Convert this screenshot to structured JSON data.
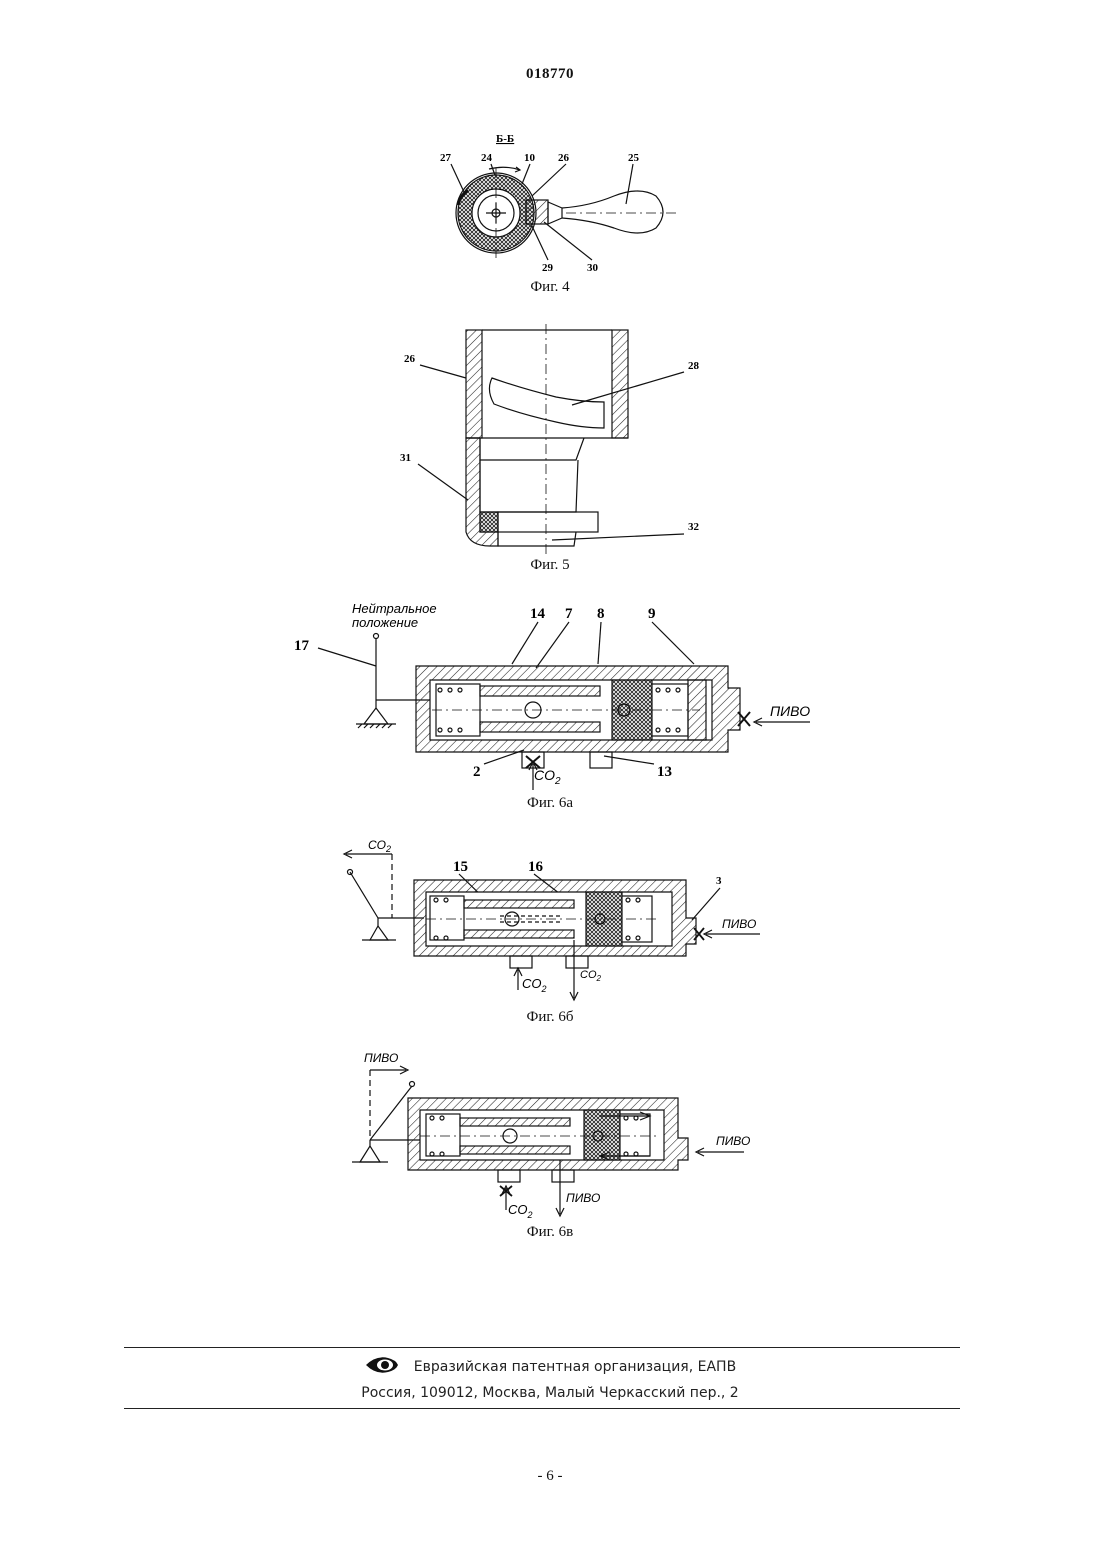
{
  "header": {
    "doc_number": "018770"
  },
  "fig4": {
    "section_label": "Б-Б",
    "labels": [
      "27",
      "24",
      "10",
      "26",
      "25",
      "29",
      "30"
    ],
    "caption": "Фиг. 4"
  },
  "fig5": {
    "labels": [
      "26",
      "28",
      "31",
      "32"
    ],
    "caption": "Фиг. 5"
  },
  "fig6a": {
    "neutral_line1": "Нейтральное",
    "neutral_line2": "положение",
    "labels": [
      "17",
      "14",
      "7",
      "8",
      "9",
      "2",
      "13"
    ],
    "beer": "ПИВО",
    "co2": "CO",
    "co2_sub": "2",
    "caption": "Фиг. 6а"
  },
  "fig6b": {
    "co2_top": "CO",
    "co2_top_sub": "2",
    "labels": [
      "15",
      "16",
      "3"
    ],
    "beer": "ПИВО",
    "co2_in": "CO",
    "co2_in_sub": "2",
    "co2_out": "CO",
    "co2_out_sub": "2",
    "caption": "Фиг. 6б"
  },
  "fig6v": {
    "beer_top": "ПИВО",
    "beer_in": "ПИВО",
    "beer_out": "ПИВО",
    "co2": "CO",
    "co2_sub": "2",
    "caption": "Фиг. 6в"
  },
  "footer": {
    "organization": "Евразийская патентная организация, ЕАПВ",
    "address": "Россия, 109012, Москва, Малый Черкасский пер., 2"
  },
  "page_number": "- 6 -"
}
